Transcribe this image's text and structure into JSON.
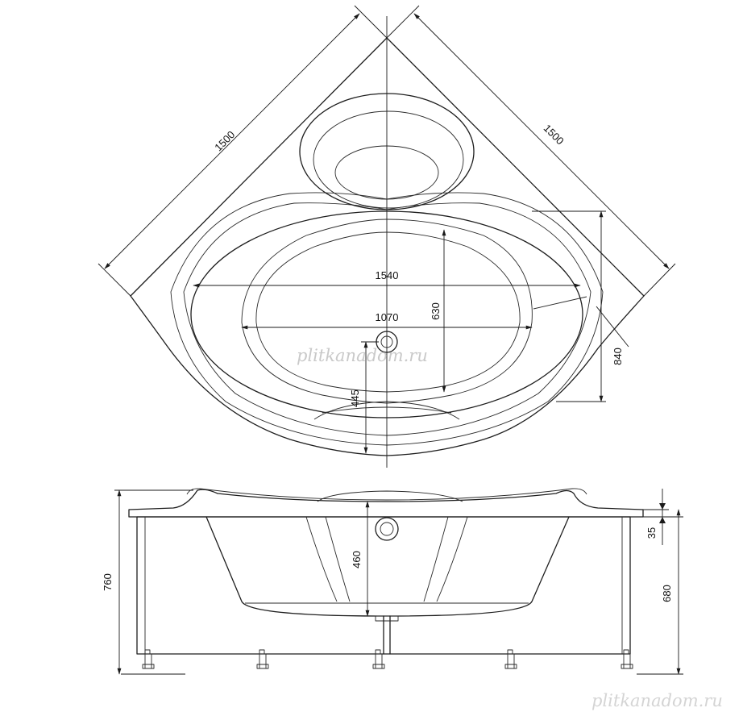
{
  "drawing": {
    "top_view": {
      "dimensions": {
        "side_left": "1500",
        "side_right": "1500",
        "inner_length": "1540",
        "bottom_length": "1070",
        "bottom_width": "630",
        "front_depth": "840",
        "drain_offset": "445"
      }
    },
    "side_view": {
      "dimensions": {
        "total_height": "760",
        "bowl_depth": "460",
        "rim_thickness": "35",
        "panel_height": "680"
      }
    }
  },
  "watermarks": {
    "center": "plitkanadom.ru",
    "corner": "plitkanadom.ru"
  }
}
